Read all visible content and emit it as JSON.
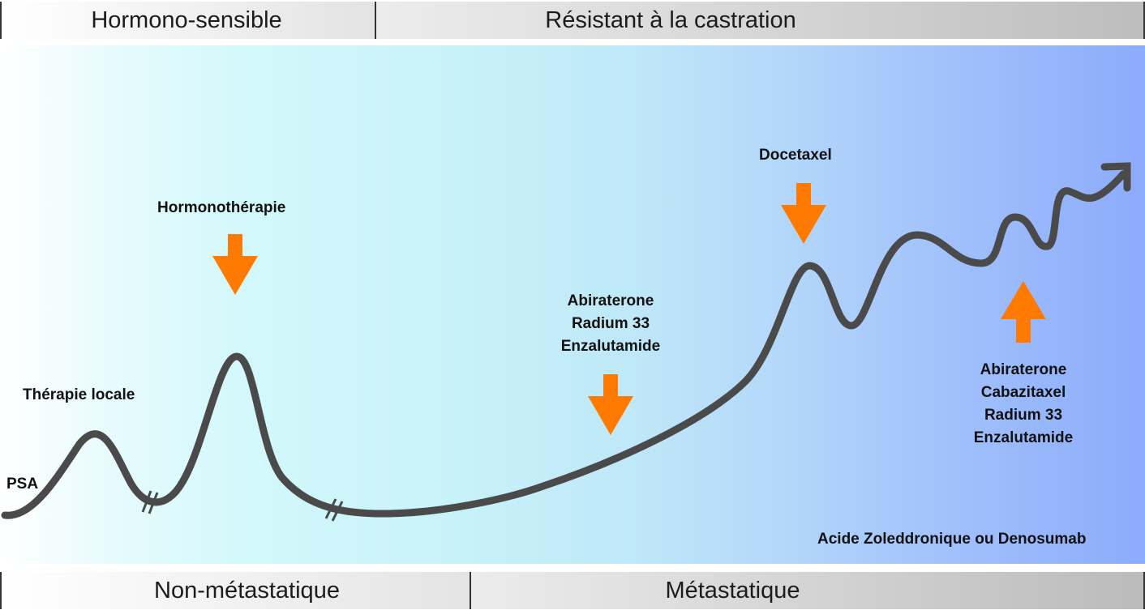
{
  "phases_top": {
    "left": "Hormono-sensible",
    "right": "Résistant à la castration"
  },
  "phases_bottom": {
    "left": "Non-métastatique",
    "right": "Métastatique"
  },
  "labels": {
    "psa": "PSA",
    "local_therapy": "Thérapie locale",
    "hormonotherapy": "Hormonothérapie",
    "mid_treatments": [
      "Abiraterone",
      "Radium 33",
      "Enzalutamide"
    ],
    "docetaxel": "Docetaxel",
    "late_treatments": [
      "Abiraterone",
      "Cabazitaxel",
      "Radium 33",
      "Enzalutamide"
    ],
    "bone_agents": "Acide Zoleddronique ou Denosumab"
  },
  "colors": {
    "arrow": "#ff7a00",
    "curve": "#4a4a4a"
  }
}
